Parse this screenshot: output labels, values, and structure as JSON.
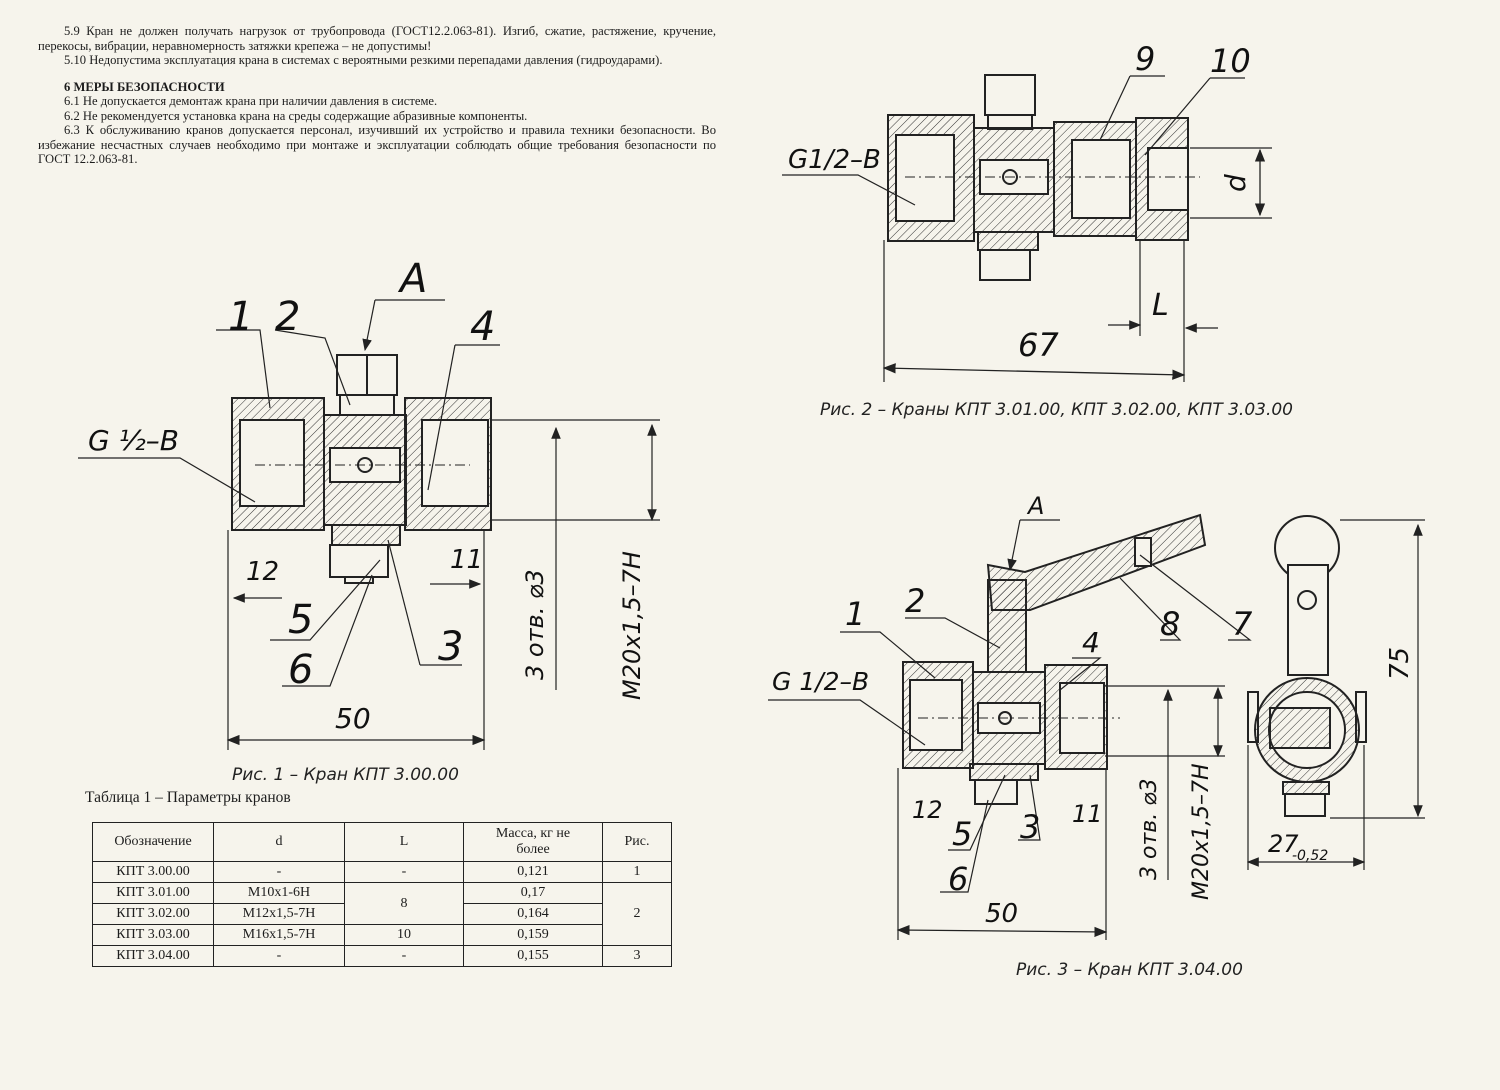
{
  "text": {
    "p59": "5.9 Кран не должен получать нагрузок от трубопровода (ГОСТ12.2.063-81). Изгиб, сжатие, растяжение, кручение, перекосы, вибрации, неравномерность затяжки крепежа – не допустимы!",
    "p510": "5.10 Недопустима эксплуатация крана в системах с вероятными резкими перепадами давления (гидроударами).",
    "section6": "6 МЕРЫ БЕЗОПАСНОСТИ",
    "p61": "6.1 Не допускается демонтаж крана при наличии давления в системе.",
    "p62": "6.2 Не рекомендуется установка крана на среды содержащие абразивные компоненты.",
    "p63": "6.3 К обслуживанию кранов допускается персонал, изучивший их устройство и правила техники безопасности. Во избежание несчастных случаев необходимо при монтаже и эксплуатации соблюдать общие требования безопасности по ГОСТ 12.2.063-81."
  },
  "fig1": {
    "caption": "Рис. 1 – Кран КПТ 3.00.00",
    "thread": "G ½–B",
    "callouts": [
      "1",
      "2",
      "A",
      "4",
      "5",
      "6",
      "3"
    ],
    "dim_12": "12",
    "dim_11": "11",
    "dim_50": "50",
    "holes": "3 отв. ⌀3",
    "m20": "M20x1,5–7H"
  },
  "fig2": {
    "caption": "Рис. 2 – Краны КПТ 3.01.00, КПТ 3.02.00, КПТ 3.03.00",
    "thread": "G1/2–B",
    "callouts": [
      "9",
      "10"
    ],
    "dim_d": "d",
    "dim_L": "L",
    "dim_67": "67"
  },
  "fig3": {
    "caption": "Рис. 3 – Кран КПТ 3.04.00",
    "thread": "G 1/2–B",
    "callouts": [
      "A",
      "1",
      "2",
      "8",
      "7",
      "4",
      "5",
      "3",
      "6"
    ],
    "dim_12": "12",
    "dim_11": "11",
    "dim_50": "50",
    "holes": "3 отв. ⌀3",
    "m20": "M20x1,5–7H",
    "dim_75": "75",
    "dim_27": "27",
    "tol": "-0,52"
  },
  "table": {
    "caption": "Таблица 1 – Параметры кранов",
    "headers": [
      "Обозначение",
      "d",
      "L",
      "Масса, кг не более",
      "Рис."
    ],
    "designations": [
      "КПТ 3.00.00",
      "КПТ 3.01.00",
      "КПТ 3.02.00",
      "КПТ 3.03.00",
      "КПТ 3.04.00"
    ],
    "d": [
      "-",
      "М10х1-6Н",
      "М12х1,5-7Н",
      "М16х1,5-7Н",
      "-"
    ],
    "L": [
      "-",
      "8",
      "10",
      "-"
    ],
    "mass": [
      "0,121",
      "0,17",
      "0,164",
      "0,159",
      "0,155"
    ],
    "fig": [
      "1",
      "2",
      "3"
    ]
  }
}
